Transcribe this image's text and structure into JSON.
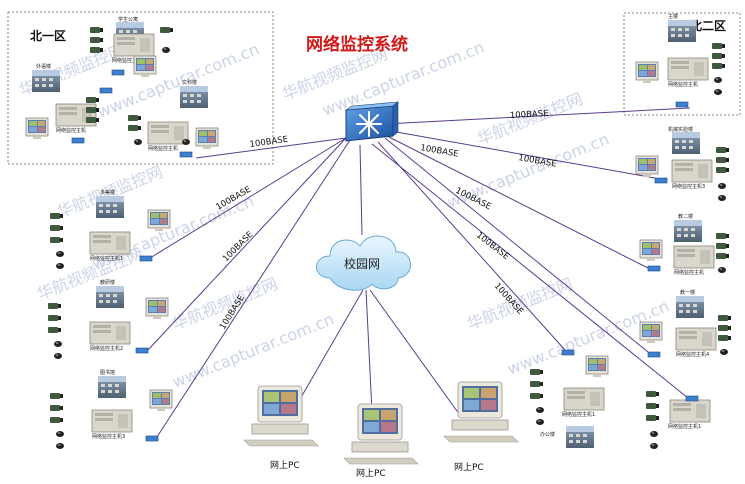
{
  "title": "网络监控系统",
  "watermark": {
    "cn": "华航视频监控网",
    "en": "www.capturar.com.cn"
  },
  "zones": {
    "north_one": "北一区",
    "north_two": "北二区"
  },
  "cloud_label": "校园网",
  "link_label": "100BASE",
  "host_label": "网络监控主机",
  "buildings": {
    "b1": "学生公寓",
    "b2": "外语楼",
    "b3": "文科楼",
    "b4": "主楼",
    "b5": "机械实验楼",
    "b6": "教二楼",
    "b7": "教一楼",
    "b8": "多美楼",
    "b9": "教研楼",
    "b10": "图书馆",
    "b11": "办公楼"
  },
  "host_suffix": {
    "h1": "网络监控主机1",
    "h2": "网络监控主机2",
    "h3": "网络监控主机3",
    "h4": "网络监控主机4"
  },
  "pc_label": "网上PC",
  "colors": {
    "link": "#5a3d8f",
    "title": "#d01818",
    "switch": "#2b6cc4",
    "watermark": "#c7cfe6"
  }
}
